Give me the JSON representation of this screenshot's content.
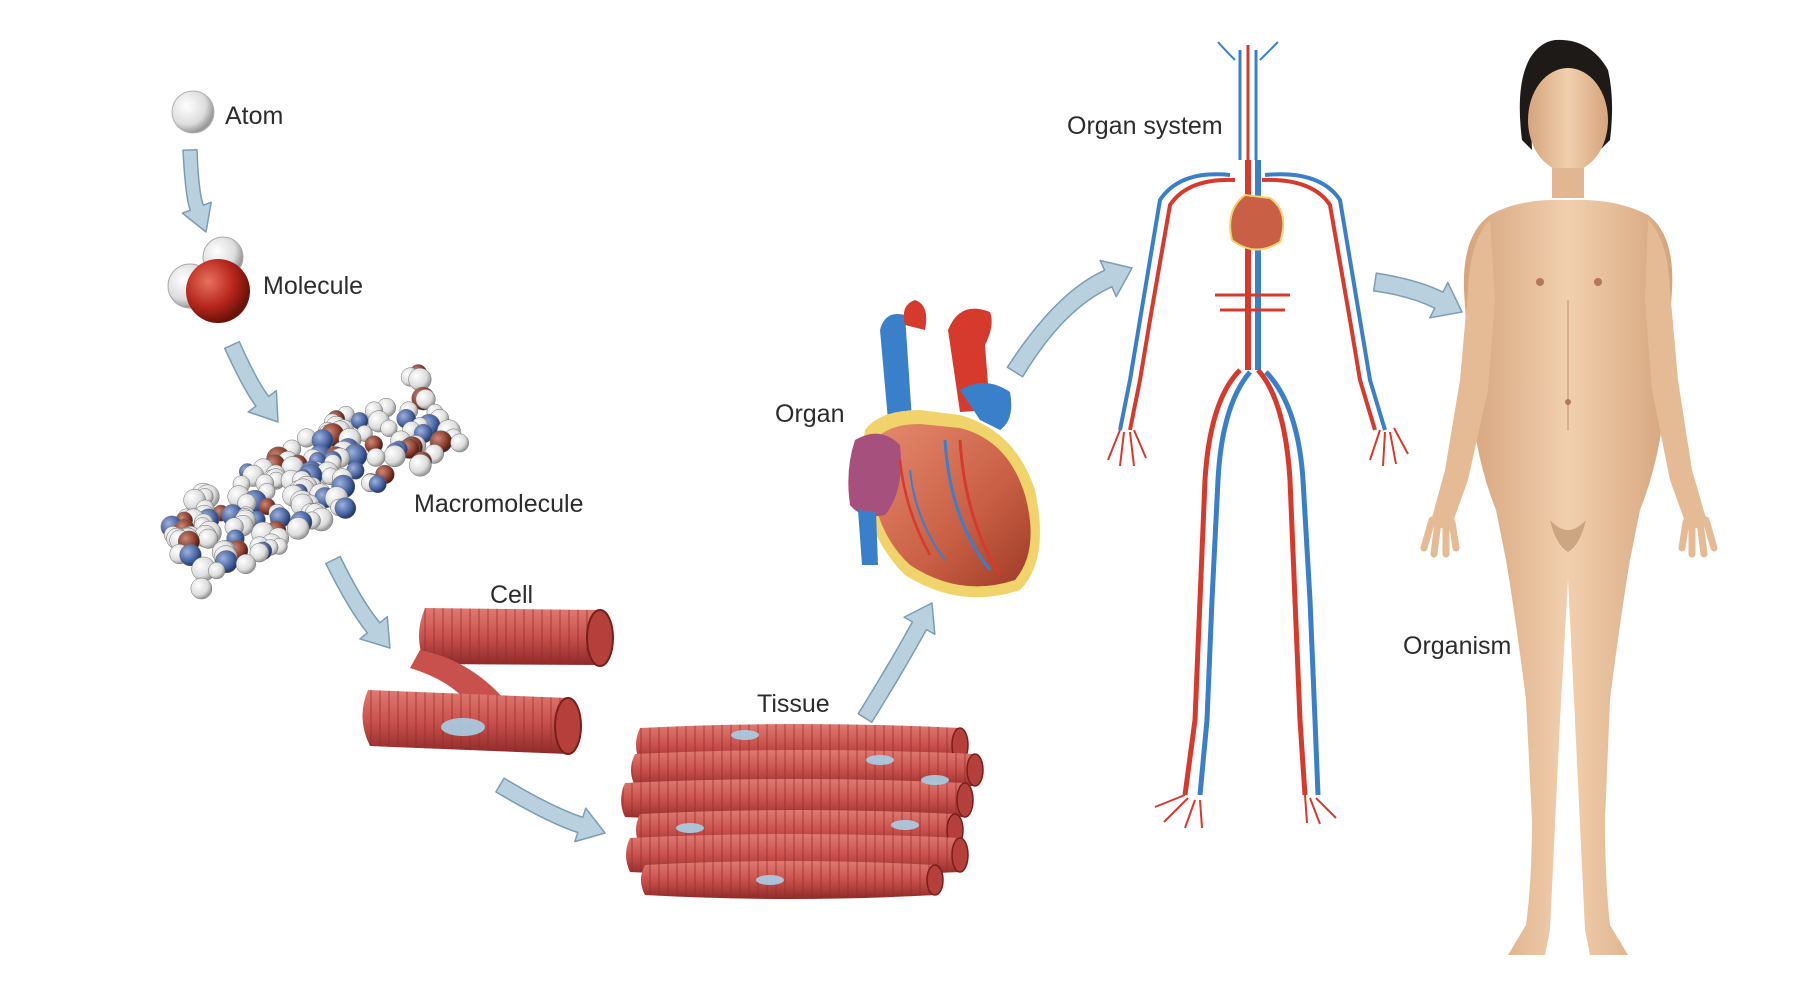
{
  "labels": {
    "atom": "Atom",
    "molecule": "Molecule",
    "macromolecule": "Macromolecule",
    "cell": "Cell",
    "tissue": "Tissue",
    "organ": "Organ",
    "organ_system": "Organ system",
    "organism": "Organism"
  },
  "colors": {
    "arrow_fill": "#b9d1df",
    "arrow_stroke": "#7b9db4",
    "muscle": "#c9514d",
    "muscle_dark": "#8f2a28",
    "artery": "#d63a2c",
    "vein": "#3a7fc9",
    "skin": "#e7c09a",
    "atom_white": "#e9e9e9",
    "oxygen_red": "#b8271d",
    "nitrogen_blue": "#4b67a6"
  }
}
